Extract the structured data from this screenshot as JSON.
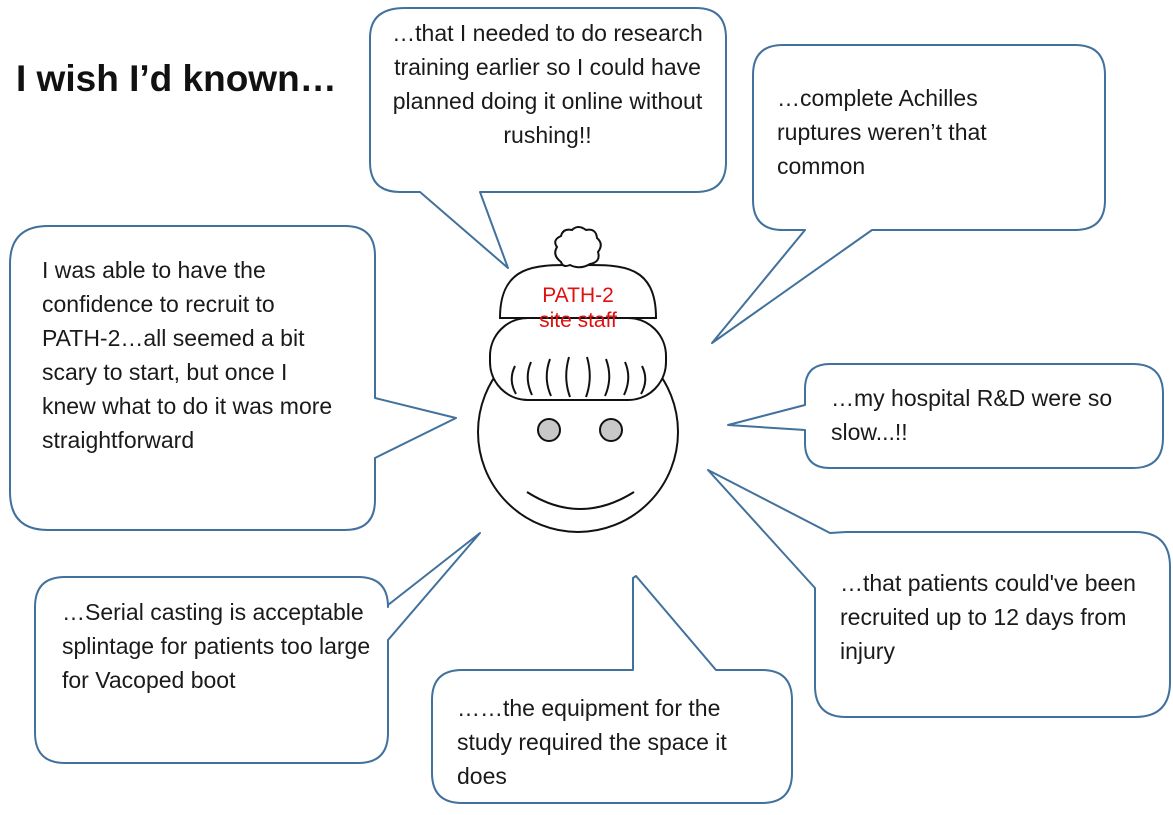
{
  "title": "I wish I’d known…",
  "hat_label": [
    "PATH-2",
    "site staff"
  ],
  "bubbles": [
    {
      "id": "research",
      "text": "…that I needed to do research training earlier so I could have planned doing it online without rushing!!"
    },
    {
      "id": "achilles",
      "text": "…complete Achilles ruptures weren’t that common"
    },
    {
      "id": "confidence",
      "text": "I was able to have the confidence to recruit to PATH-2…all seemed a bit scary to start, but once I knew what to do it was more straightforward"
    },
    {
      "id": "rnd",
      "text": "…my hospital R&D were so slow...!!"
    },
    {
      "id": "recruited",
      "text": "…that patients could've been recruited up to 12 days from injury"
    },
    {
      "id": "casting",
      "text": "…Serial casting is acceptable splintage for patients too large for Vacoped boot"
    },
    {
      "id": "equipment",
      "text": "……the equipment for the study required the space it does"
    }
  ],
  "colors": {
    "bubble_stroke": "#41719c",
    "hat_label": "#e01010",
    "figure_stroke": "#111111",
    "eye_fill": "#c8c8c8"
  }
}
